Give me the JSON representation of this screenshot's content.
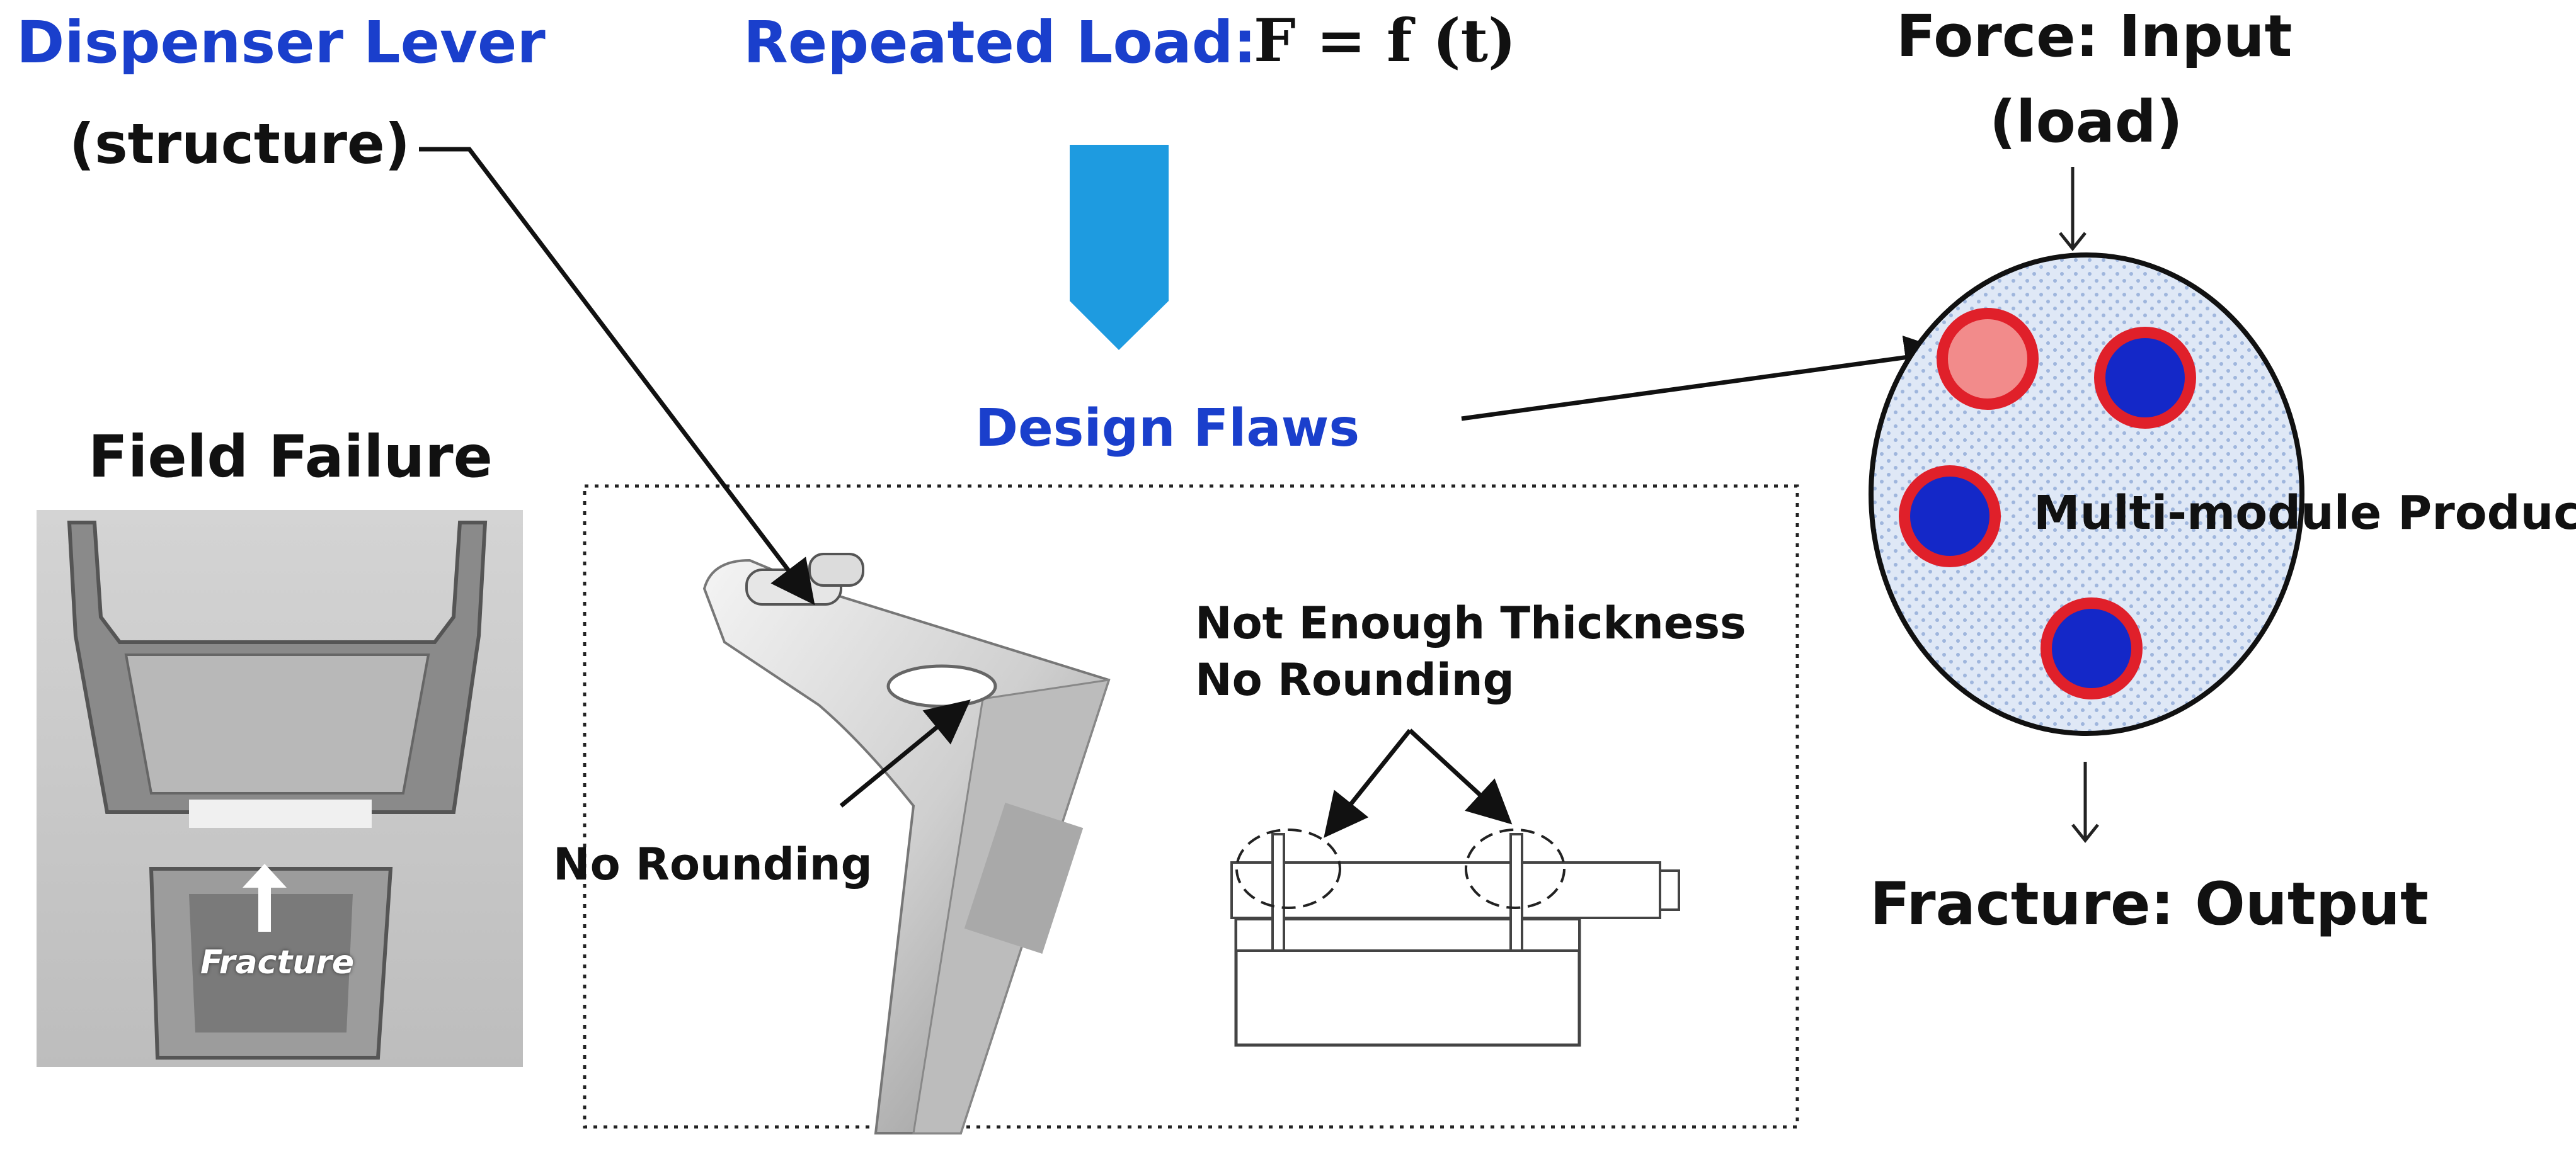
{
  "labels": {
    "dispenser_lever": "Dispenser Lever",
    "structure": "(structure)",
    "repeated_load": "Repeated Load:",
    "formula": "F = f (t)",
    "design_flaws": "Design Flaws",
    "field_failure": "Field Failure",
    "fracture_photo": "Fracture",
    "no_rounding": "No Rounding",
    "not_enough_thickness": "Not Enough Thickness",
    "no_rounding_2": "No Rounding",
    "force_input": "Force: Input",
    "load": "(load)",
    "multi_module_product": "Multi-module Product",
    "fracture_output": "Fracture: Output"
  },
  "colors": {
    "title_blue": "#1a3fcc",
    "arrow_fill": "#1e9be0",
    "module_red": "#e0202a",
    "module_blue": "#1428c8",
    "module_pink": "#f28b8b",
    "ellipse_fill": "#dfe8f6"
  }
}
